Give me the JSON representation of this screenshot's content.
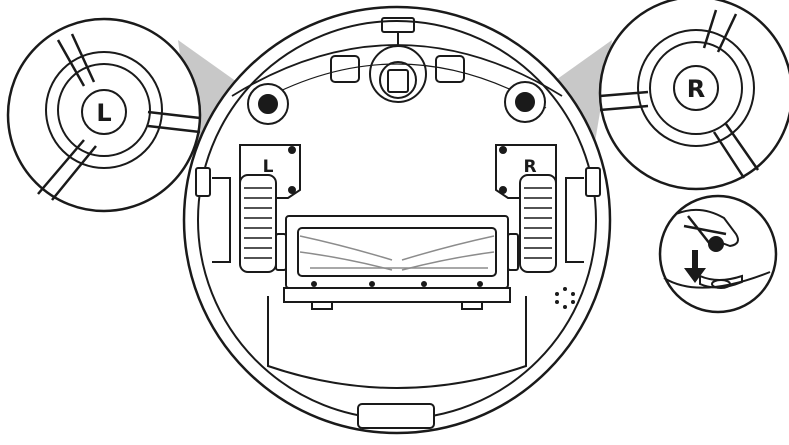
{
  "labels": {
    "left_wheel": "L",
    "right_wheel": "R",
    "left_brush_hub": "L",
    "right_brush_hub": "R"
  },
  "colors": {
    "line": "#1a1a1a",
    "gray": "#8c8c8c",
    "light_gray": "#c9c9c9",
    "background": "#ffffff"
  },
  "icons": {
    "install_arrow": "down-arrow-icon"
  }
}
